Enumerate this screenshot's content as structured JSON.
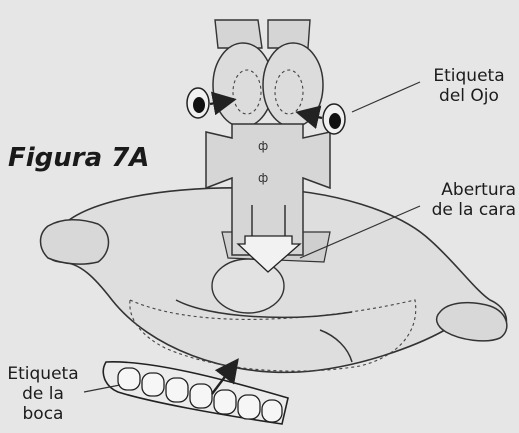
{
  "figure": {
    "title": "Figura 7A"
  },
  "labels": {
    "eye": [
      "Etiqueta",
      "del Ojo"
    ],
    "face": [
      "Abertura",
      "de la cara"
    ],
    "mouth": [
      "Etiqueta",
      "de la",
      "boca"
    ]
  },
  "colors": {
    "background": "#e6e6e6",
    "fill": "#dedede",
    "stroke": "#333333"
  }
}
